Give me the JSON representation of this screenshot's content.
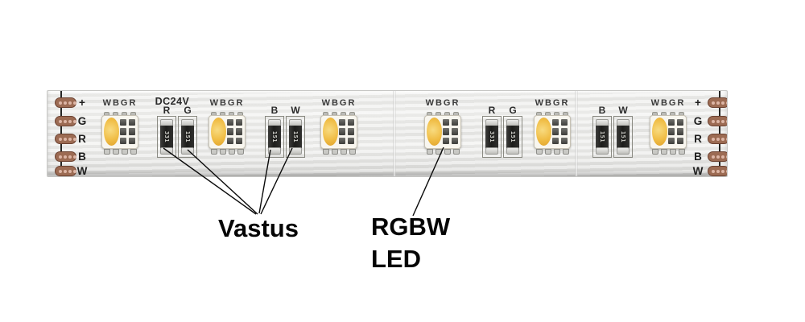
{
  "strip": {
    "power_label": "DC24V",
    "pad_labels": [
      "+",
      "G",
      "R",
      "B",
      "W"
    ],
    "led_modules": [
      {
        "label": "WBGR"
      },
      {
        "label": "WBGR"
      },
      {
        "label": "WBGR"
      },
      {
        "label": "WBGR"
      },
      {
        "label": "WBGR"
      },
      {
        "label": "WBGR"
      }
    ],
    "resistor_pairs": [
      {
        "labels": [
          "R",
          "G"
        ],
        "codes": [
          "331",
          "151"
        ]
      },
      {
        "labels": [
          "B",
          "W"
        ],
        "codes": [
          "151",
          "151"
        ]
      },
      {
        "labels": [
          "R",
          "G"
        ],
        "codes": [
          "331",
          "151"
        ]
      },
      {
        "labels": [
          "B",
          "W"
        ],
        "codes": [
          "151",
          "151"
        ]
      }
    ],
    "colors": {
      "pad_copper": "#9c6b53",
      "led_phosphor_yellow": "#f0bd45",
      "strip_body": "#eaeae8",
      "resistor_body": "#1d1d1b",
      "annotation_text": "#050505"
    }
  },
  "annotations": {
    "resistor_label": "Vastus",
    "led_label_line1": "RGBW",
    "led_label_line2": "LED"
  }
}
